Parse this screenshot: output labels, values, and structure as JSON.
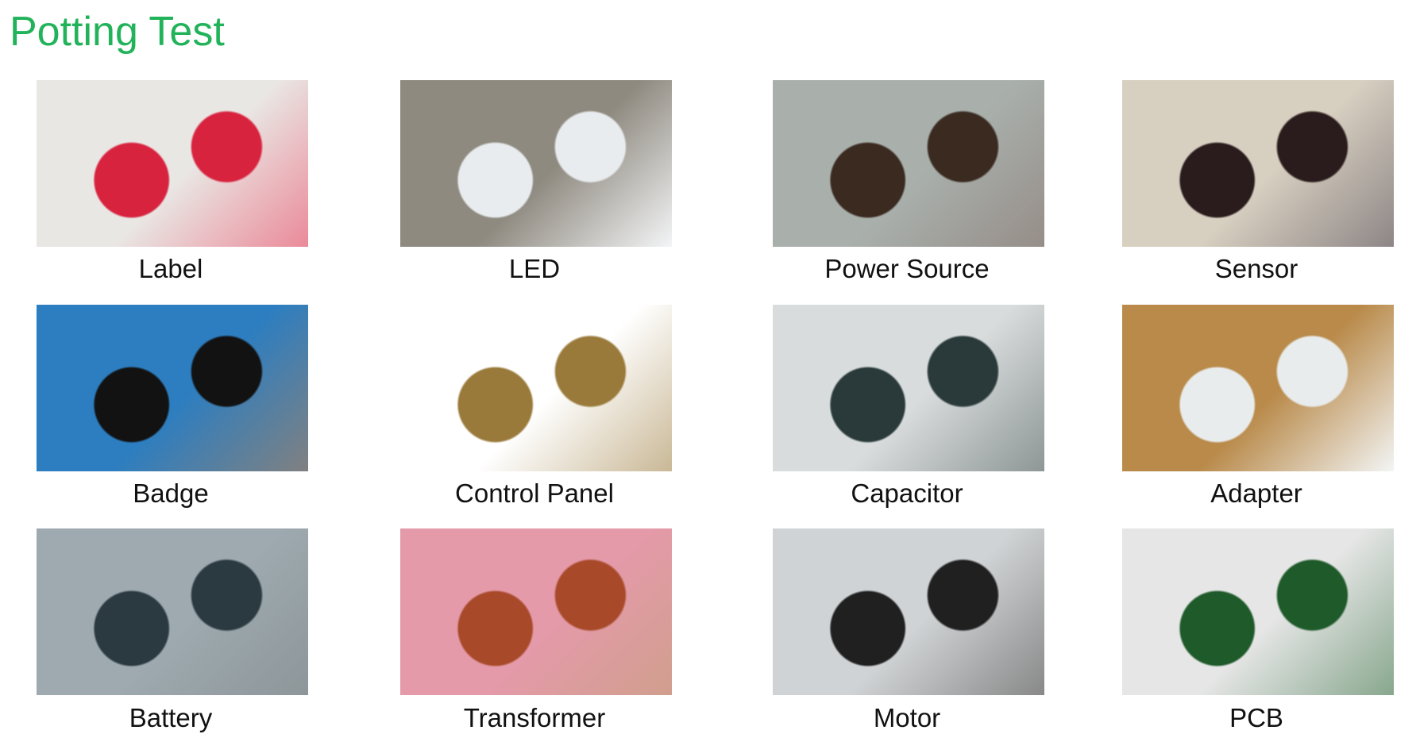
{
  "title": "Potting Test",
  "items": [
    {
      "label": "Label",
      "colors": [
        "#e9e7e4",
        "#d8233f"
      ]
    },
    {
      "label": "LED",
      "colors": [
        "#8f8a80",
        "#e9ecef"
      ]
    },
    {
      "label": "Power Source",
      "colors": [
        "#a9b0ac",
        "#3a2a20"
      ]
    },
    {
      "label": "Sensor",
      "colors": [
        "#d7cfc0",
        "#2a1c1c"
      ]
    },
    {
      "label": "Badge",
      "colors": [
        "#2d7ec0",
        "#121212"
      ]
    },
    {
      "label": "Control Panel",
      "colors": [
        "#ffffff",
        "#9a7a3a"
      ]
    },
    {
      "label": "Capacitor",
      "colors": [
        "#d9dcdc",
        "#2a3a3a"
      ]
    },
    {
      "label": "Adapter",
      "colors": [
        "#b98a4a",
        "#e8ecec"
      ]
    },
    {
      "label": "Battery",
      "colors": [
        "#9eaab0",
        "#2a3a40"
      ]
    },
    {
      "label": "Transformer",
      "colors": [
        "#e59aaa",
        "#a84a2a"
      ]
    },
    {
      "label": "Motor",
      "colors": [
        "#d0d3d5",
        "#202020"
      ]
    },
    {
      "label": "PCB",
      "colors": [
        "#e6e6e6",
        "#1f5a2a"
      ]
    }
  ]
}
